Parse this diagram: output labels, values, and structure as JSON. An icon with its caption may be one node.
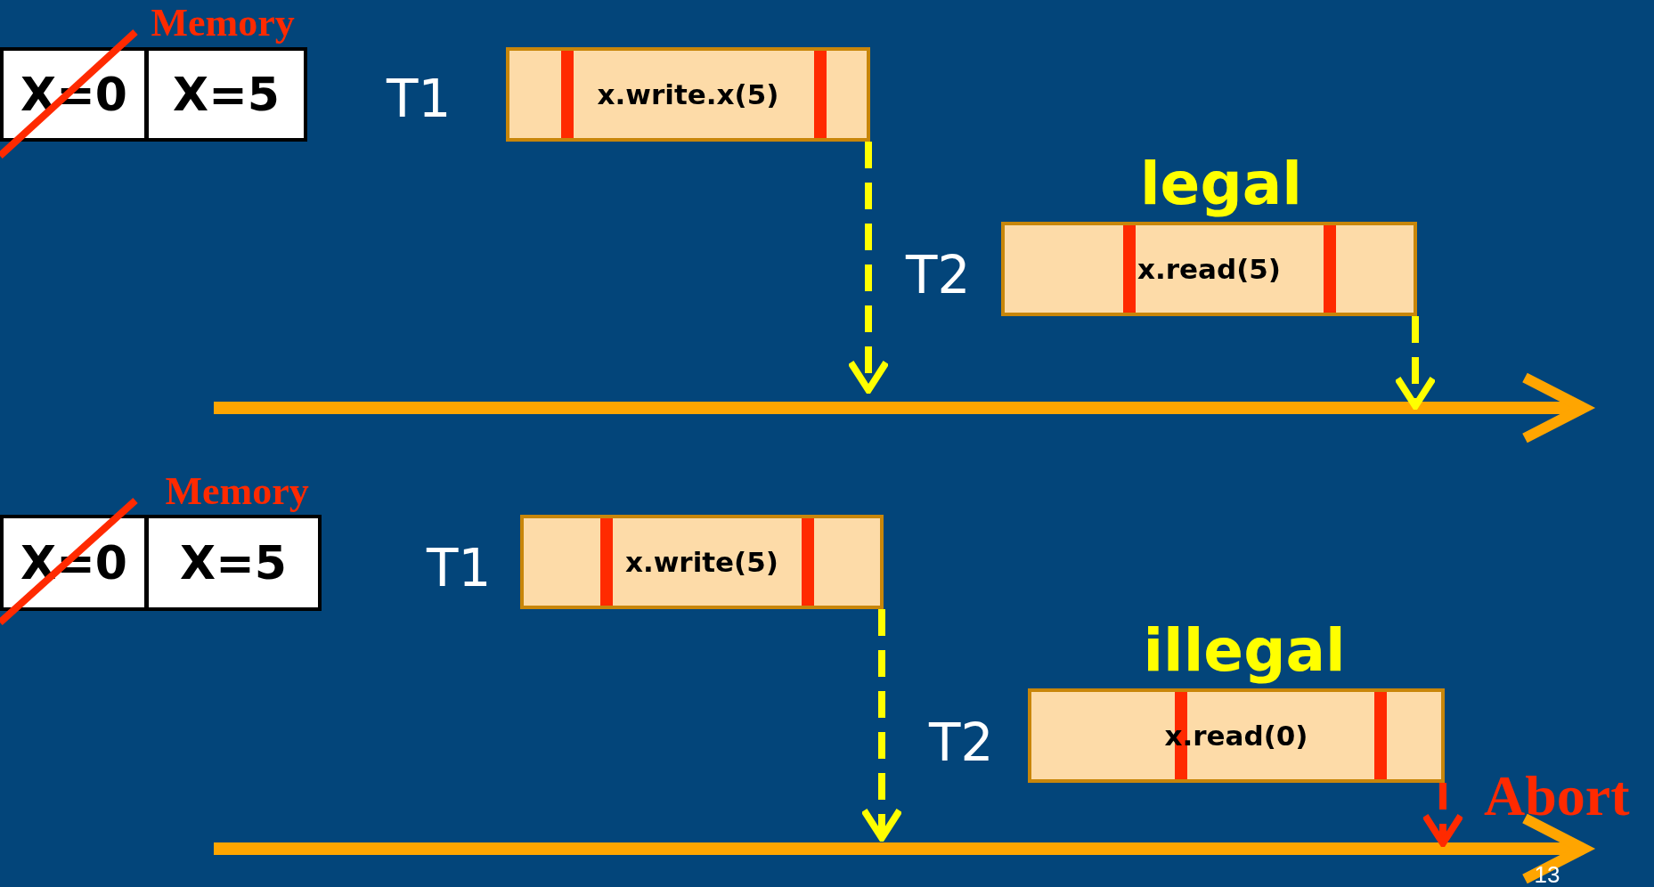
{
  "diagram": {
    "nodes": [
      {
        "text": [
          "X=0"
        ]
      },
      {
        "text": [
          "X=5"
        ]
      },
      {
        "text": [
          "x.write.x(5)"
        ],
        "beside": [
          "T1"
        ]
      },
      {
        "text": [
          "x.read(5)"
        ],
        "beside": [
          "T2"
        ]
      },
      {
        "text": [
          "X=0"
        ]
      },
      {
        "text": [
          "X=5"
        ]
      },
      {
        "text": [
          "x.write(5)"
        ],
        "beside": [
          "T1"
        ]
      },
      {
        "text": [
          "x.read(0)"
        ],
        "beside": [
          "T2"
        ]
      }
    ],
    "edges": [
      {
        "from": 2,
        "to": null,
        "arrow": "to",
        "style": "dashed"
      },
      {
        "from": 3,
        "to": null,
        "arrow": "to",
        "style": "dashed"
      },
      {
        "from": 6,
        "to": null,
        "arrow": "to",
        "style": "dashed"
      },
      {
        "from": 7,
        "to": null,
        "arrow": "to",
        "style": "dashed",
        "color": "#ff2a00"
      }
    ],
    "labels": [
      "Memory",
      "legal",
      "Memory",
      "illegal",
      "Abort",
      "13"
    ]
  }
}
